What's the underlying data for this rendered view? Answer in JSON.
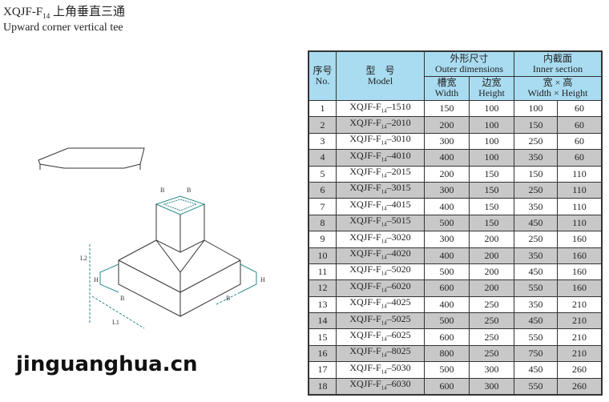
{
  "title": {
    "model_prefix": "XQJF-F",
    "model_sub": "14",
    "name_cn": "上角垂直三通",
    "name_en": "Upward corner vertical tee"
  },
  "table": {
    "h_no_cn": "序号",
    "h_no_en": "No.",
    "h_model_cn": "型　号",
    "h_model_en": "Model",
    "h_outer_cn": "外形尺寸",
    "h_outer_en": "Outer dimensions",
    "h_inner_cn": "内截面",
    "h_inner_en": "Inner section",
    "h_width_cn": "槽宽",
    "h_width_en": "Width",
    "h_height_cn": "边宽",
    "h_height_en": "Height",
    "h_wh_cn": "宽 × 高",
    "h_wh_en": "Width × Height",
    "rows": [
      [
        "1",
        "1510",
        "150",
        "100",
        "100",
        "60"
      ],
      [
        "2",
        "2010",
        "200",
        "100",
        "150",
        "60"
      ],
      [
        "3",
        "3010",
        "300",
        "100",
        "250",
        "60"
      ],
      [
        "4",
        "4010",
        "400",
        "100",
        "350",
        "60"
      ],
      [
        "5",
        "2015",
        "200",
        "150",
        "150",
        "110"
      ],
      [
        "6",
        "3015",
        "300",
        "150",
        "250",
        "110"
      ],
      [
        "7",
        "4015",
        "400",
        "150",
        "350",
        "110"
      ],
      [
        "8",
        "5015",
        "500",
        "150",
        "450",
        "110"
      ],
      [
        "9",
        "3020",
        "300",
        "200",
        "250",
        "160"
      ],
      [
        "10",
        "4020",
        "400",
        "200",
        "350",
        "160"
      ],
      [
        "11",
        "5020",
        "500",
        "200",
        "450",
        "160"
      ],
      [
        "12",
        "6020",
        "600",
        "200",
        "550",
        "160"
      ],
      [
        "13",
        "4025",
        "400",
        "250",
        "350",
        "210"
      ],
      [
        "14",
        "5025",
        "500",
        "250",
        "450",
        "210"
      ],
      [
        "15",
        "6025",
        "600",
        "250",
        "550",
        "210"
      ],
      [
        "16",
        "8025",
        "800",
        "250",
        "750",
        "210"
      ],
      [
        "17",
        "5030",
        "500",
        "300",
        "450",
        "260"
      ],
      [
        "18",
        "6030",
        "600",
        "300",
        "550",
        "260"
      ]
    ]
  },
  "diagram": {
    "labels": [
      "B",
      "B",
      "H",
      "B",
      "H",
      "B",
      "L2",
      "L1"
    ]
  },
  "watermark": "jinguanghua.cn"
}
